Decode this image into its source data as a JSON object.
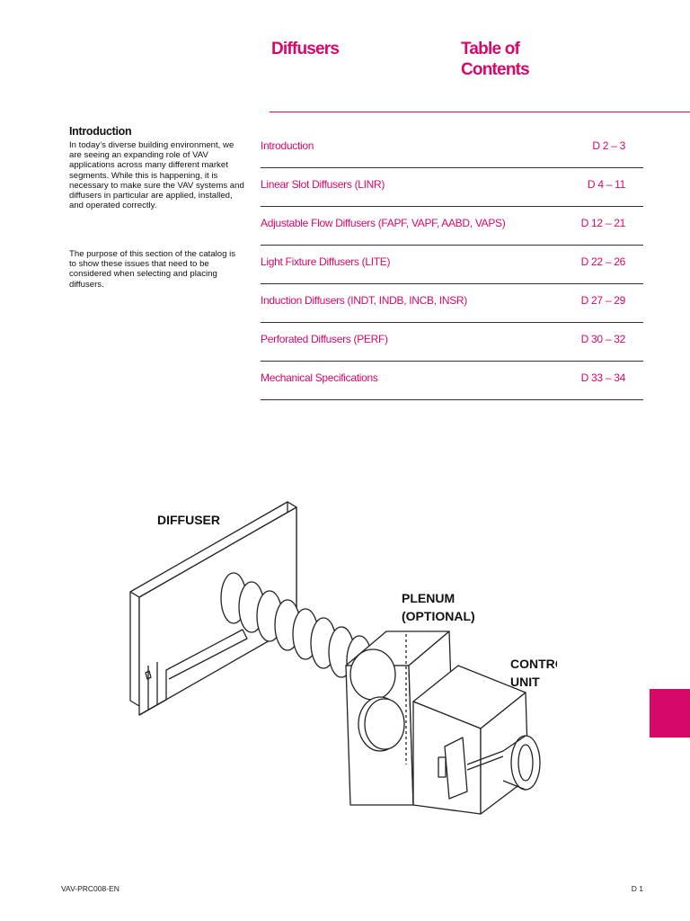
{
  "header": {
    "section_title": "Diffusers",
    "toc_title_line1": "Table of",
    "toc_title_line2": "Contents"
  },
  "intro": {
    "heading": "Introduction",
    "paragraphs": [
      "In today’s diverse building environment, we are seeing an expanding role of VAV applications across many different market segments.  While this is happening, it is necessary to make sure the VAV systems and diffusers in particular are applied, installed, and operated correctly.",
      "The purpose of this section of the catalog is to show these issues that need to be considered when selecting and placing diffusers."
    ]
  },
  "toc": [
    {
      "label": "Introduction",
      "pages": "D 2 – 3"
    },
    {
      "label": "Linear Slot Diffusers (LINR)",
      "pages": "D 4 – 11"
    },
    {
      "label": "Adjustable Flow Diffusers (FAPF, VAPF, AABD, VAPS)",
      "pages": "D 12 – 21"
    },
    {
      "label": "Light Fixture Diffusers (LITE)",
      "pages": "D 22 – 26"
    },
    {
      "label": "Induction Diffusers (INDT, INDB, INCB, INSR)",
      "pages": "D 27 – 29"
    },
    {
      "label": "Perforated Diffusers (PERF)",
      "pages": "D 30 – 32"
    },
    {
      "label": "Mechanical Specifications",
      "pages": "D 33 – 34"
    }
  ],
  "diagram": {
    "label_diffuser": "DIFFUSER",
    "label_plenum_1": "PLENUM",
    "label_plenum_2": "(OPTIONAL)",
    "label_control_1": "CONTROL",
    "label_control_2": "UNIT"
  },
  "footer": {
    "doc_code": "VAV-PRC008-EN",
    "page_number": "D 1"
  },
  "colors": {
    "accent": "#d6086a"
  }
}
